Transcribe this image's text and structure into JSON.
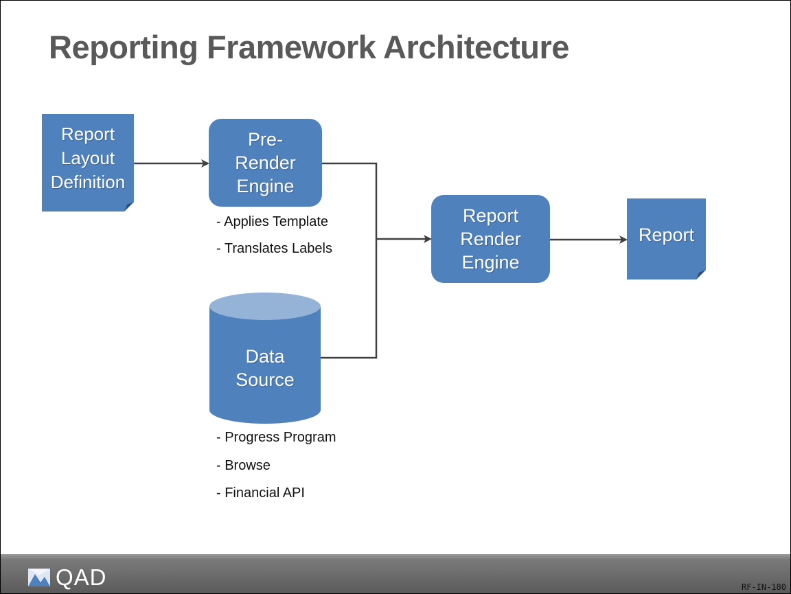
{
  "slide": {
    "title": "Reporting Framework Architecture",
    "code": "RF-IN-180"
  },
  "nodes": {
    "layout_definition": "Report\nLayout\nDefinition",
    "pre_render_engine": "Pre-\nRender\nEngine",
    "data_source": "Data\nSource",
    "report_render_engine": "Report\nRender\nEngine",
    "report": "Report"
  },
  "notes": {
    "pre_render": [
      "- Applies Template",
      "- Translates Labels"
    ],
    "data_source": [
      "- Progress Program",
      "- Browse",
      "- Financial API"
    ]
  },
  "footer": {
    "logo_text": "QAD"
  },
  "colors": {
    "node_fill": "#4F81BD",
    "cylinder_top": "#95B3D7",
    "connector": "#404040",
    "title": "#595959"
  }
}
